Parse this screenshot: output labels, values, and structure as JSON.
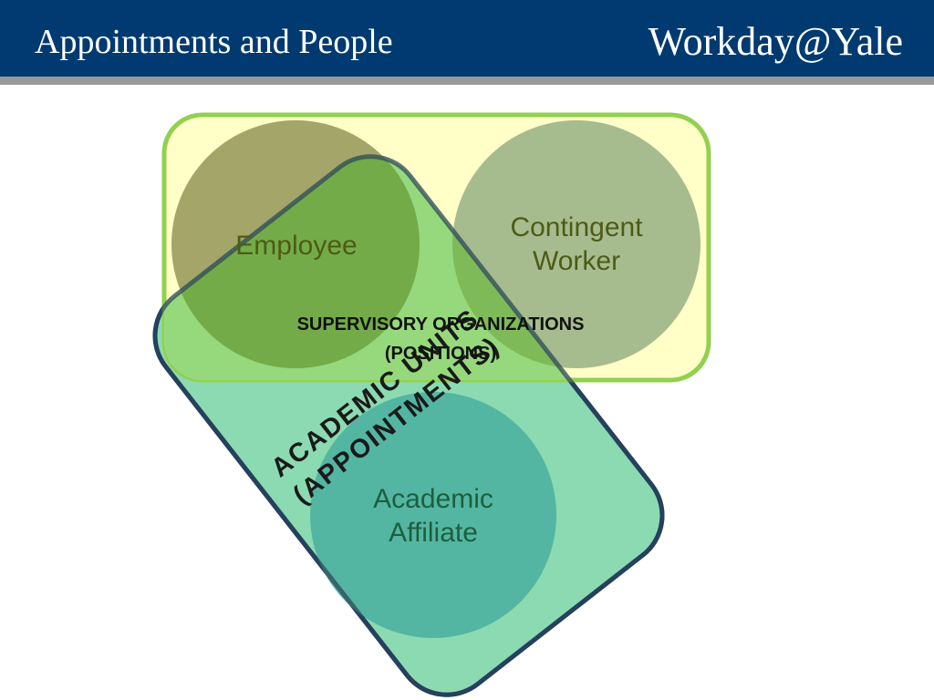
{
  "header": {
    "title": "Appointments and People",
    "brand": "Workday@Yale"
  },
  "diagram": {
    "supervisory_organizations": {
      "line1": "SUPERVISORY ORGANIZATIONS",
      "line2": "(POSITIONS)"
    },
    "academic_units": {
      "line1": "ACADEMIC UNITS",
      "line2": "(APPOINTMENTS)"
    },
    "nodes": {
      "employee": "Employee",
      "contingent_worker_line1": "Contingent",
      "contingent_worker_line2": "Worker",
      "academic_affiliate_line1": "Academic",
      "academic_affiliate_line2": "Affiliate"
    }
  },
  "colors": {
    "header_bg": "#003a70",
    "header_rule": "#9a9a9a",
    "supervisory_box_fill": "#ffffc4",
    "supervisory_box_border": "#92d050",
    "academic_box_fill": "#8cdab1",
    "academic_box_border": "#0f2a66",
    "employee_circle": "#979a5c",
    "contingent_circle": "#9fb689",
    "affiliate_circle": "#53b6a2",
    "overlap_green": "#8ed65e"
  }
}
